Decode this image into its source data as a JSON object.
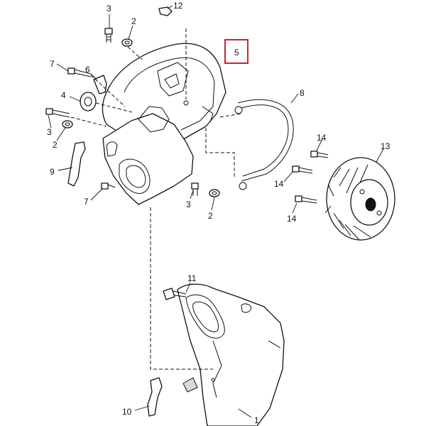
{
  "diagram": {
    "callouts": [
      {
        "id": "c3a",
        "label": "3"
      },
      {
        "id": "c12",
        "label": "12"
      },
      {
        "id": "c2a",
        "label": "2"
      },
      {
        "id": "c5",
        "label": "5",
        "highlighted": true
      },
      {
        "id": "c7a",
        "label": "7"
      },
      {
        "id": "c6",
        "label": "6"
      },
      {
        "id": "c4",
        "label": "4"
      },
      {
        "id": "c8",
        "label": "8"
      },
      {
        "id": "c3b",
        "label": "3"
      },
      {
        "id": "c2b",
        "label": "2"
      },
      {
        "id": "c14a",
        "label": "14"
      },
      {
        "id": "c13",
        "label": "13"
      },
      {
        "id": "c9",
        "label": "9"
      },
      {
        "id": "c14b",
        "label": "14"
      },
      {
        "id": "c7b",
        "label": "7"
      },
      {
        "id": "c3c",
        "label": "3"
      },
      {
        "id": "c2c",
        "label": "2"
      },
      {
        "id": "c14c",
        "label": "14"
      },
      {
        "id": "c11",
        "label": "11"
      },
      {
        "id": "c10",
        "label": "10"
      },
      {
        "id": "c1",
        "label": "1"
      }
    ],
    "highlight_color": "#d0202a",
    "line_color": "#111111"
  }
}
